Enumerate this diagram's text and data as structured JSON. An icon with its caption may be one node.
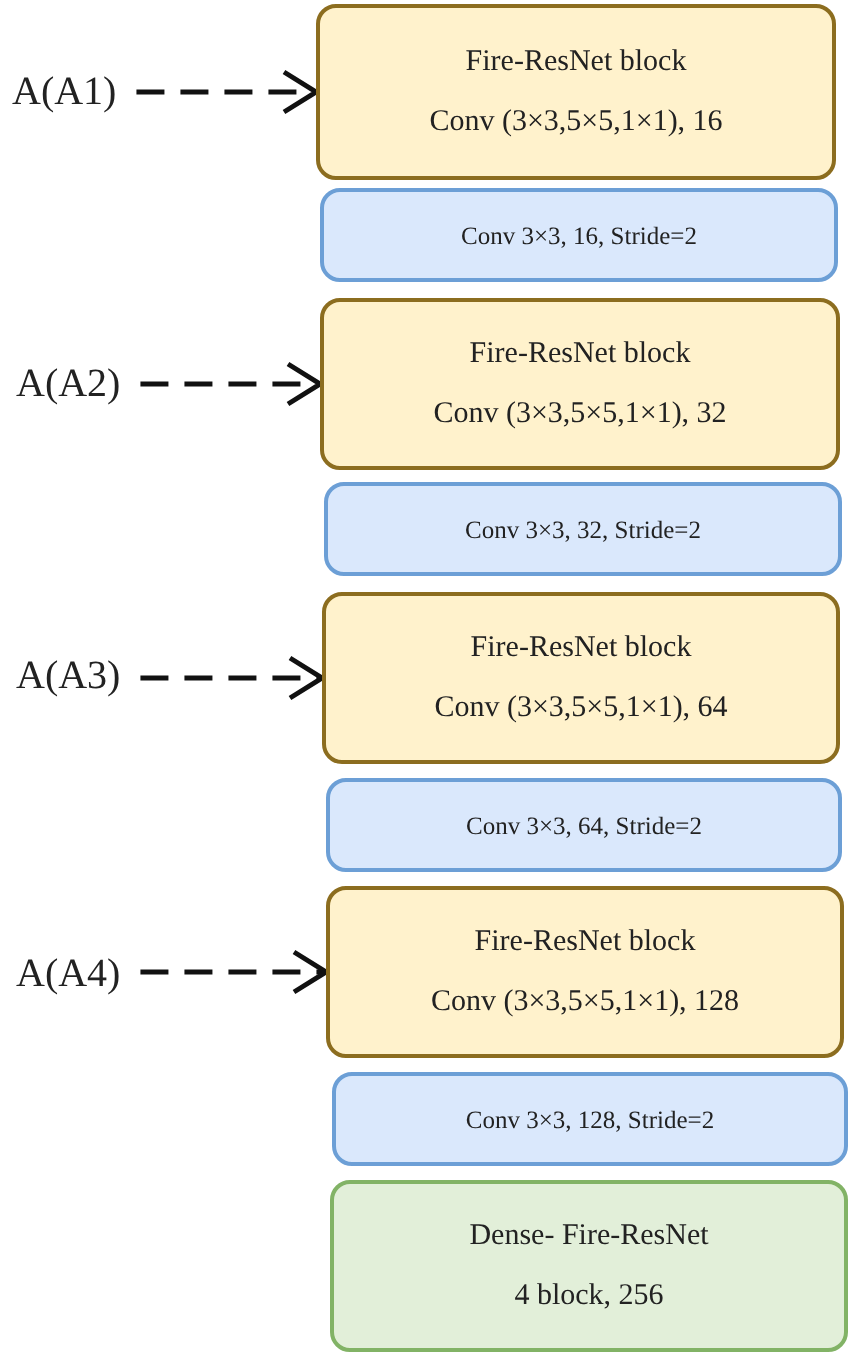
{
  "diagram": {
    "nodes": [
      {
        "text": [
          "A(A1)"
        ]
      },
      {
        "text": [
          "Fire-ResNet block",
          "Conv (3×3,5×5,1×1), 16"
        ]
      },
      {
        "text": [
          "Conv 3×3, 16, Stride=2"
        ]
      },
      {
        "text": [
          "A(A2)"
        ]
      },
      {
        "text": [
          "Fire-ResNet block",
          "Conv (3×3,5×5,1×1), 32"
        ]
      },
      {
        "text": [
          "Conv 3×3, 32, Stride=2"
        ]
      },
      {
        "text": [
          "A(A3)"
        ]
      },
      {
        "text": [
          "Fire-ResNet block",
          "Conv (3×3,5×5,1×1), 64"
        ]
      },
      {
        "text": [
          "Conv 3×3, 64, Stride=2"
        ]
      },
      {
        "text": [
          "A(A4)"
        ]
      },
      {
        "text": [
          "Fire-ResNet block",
          "Conv (3×3,5×5,1×1), 128"
        ]
      },
      {
        "text": [
          "Conv 3×3, 128, Stride=2"
        ]
      },
      {
        "text": [
          "Dense- Fire-ResNet",
          "4 block, 256"
        ]
      }
    ],
    "edges": [
      {
        "from": 0,
        "to": 1,
        "arrow": "to",
        "style": "dashed"
      },
      {
        "from": 3,
        "to": 4,
        "arrow": "to",
        "style": "dashed"
      },
      {
        "from": 6,
        "to": 7,
        "arrow": "to",
        "style": "dashed"
      },
      {
        "from": 9,
        "to": 10,
        "arrow": "to",
        "style": "dashed"
      }
    ]
  }
}
